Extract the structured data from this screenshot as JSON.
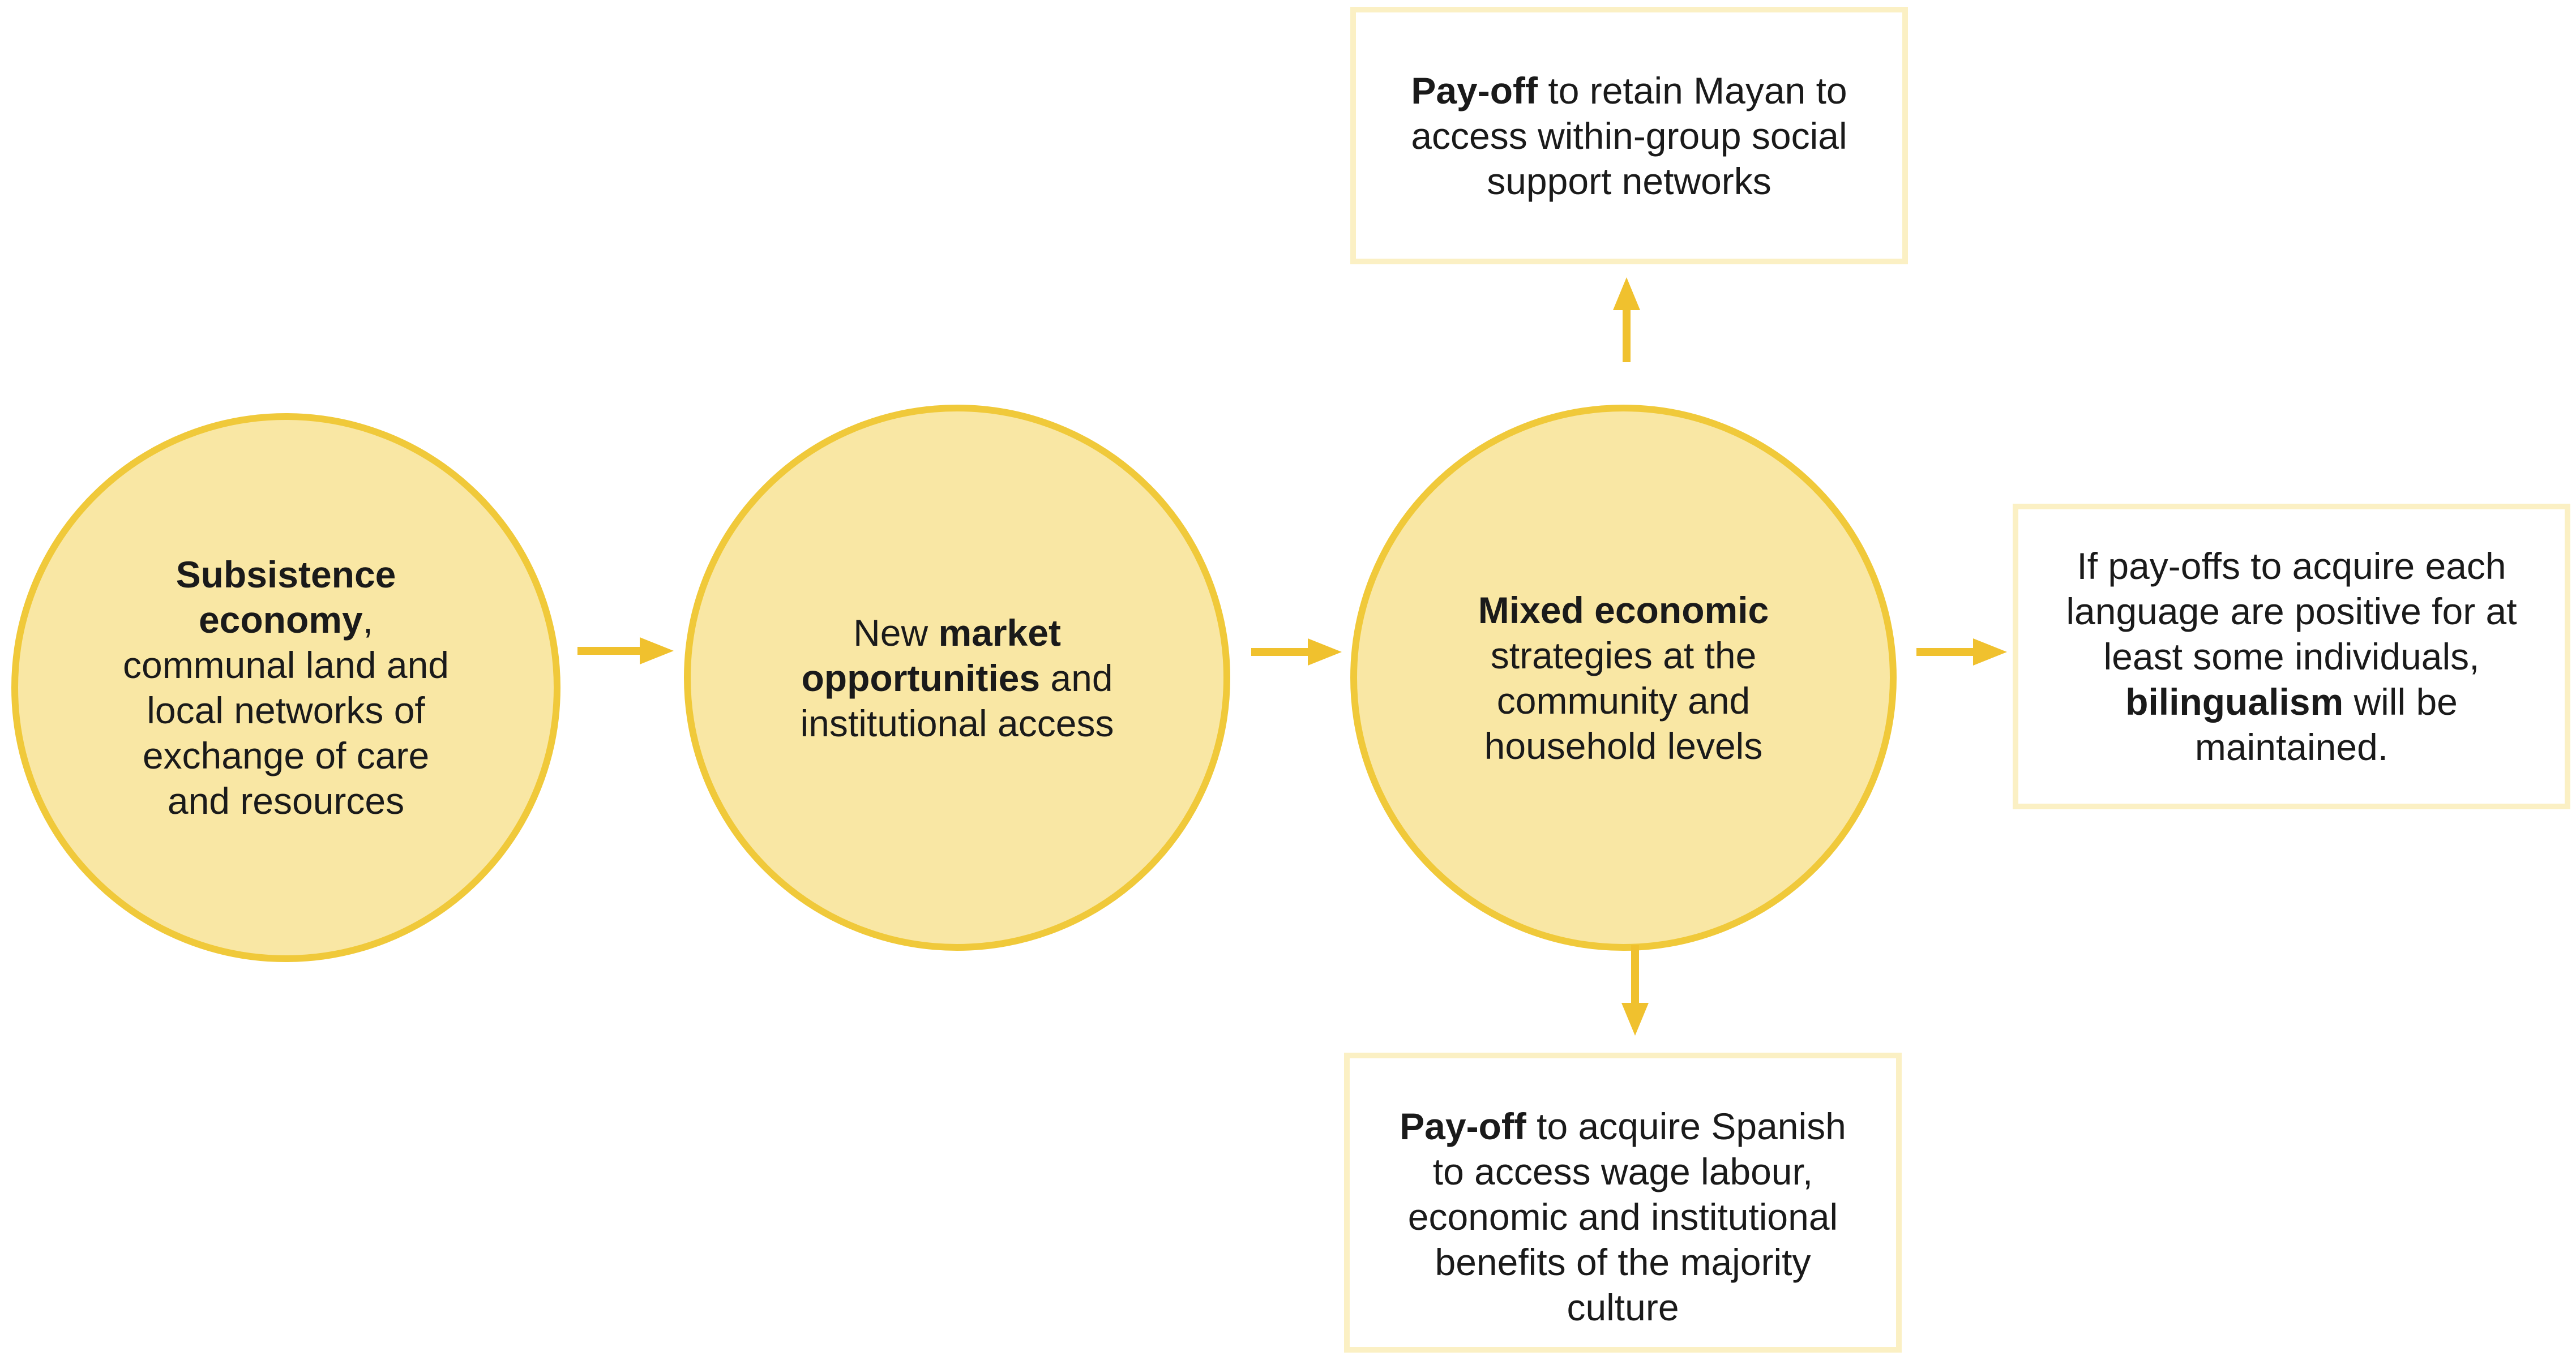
{
  "colors": {
    "circle_fill": "#f9e7a4",
    "circle_border": "#f0c93a",
    "box_border": "#fbf0c4",
    "arrow": "#f0c12e"
  },
  "nodes": {
    "subsistence": {
      "bold1": "Subsistence economy",
      "text1": ", communal land and local networks of exchange of care and resources"
    },
    "market": {
      "text0": "New ",
      "bold1": "market opportunities",
      "text1": " and institutional access"
    },
    "mixed": {
      "bold1": "Mixed economic",
      "text1": " strategies at the community and household levels"
    },
    "payoff_mayan": {
      "bold1": "Pay-off",
      "text1": " to retain Mayan to access within-group social support networks"
    },
    "payoff_spanish": {
      "bold1": "Pay-off",
      "text1": " to acquire Spanish to access wage labour, economic and institutional benefits of the majority culture"
    },
    "bilingualism": {
      "text0": "If pay-offs to acquire each language are positive for at least some individuals, ",
      "bold1": "bilingualism",
      "text1": " will be maintained."
    }
  }
}
